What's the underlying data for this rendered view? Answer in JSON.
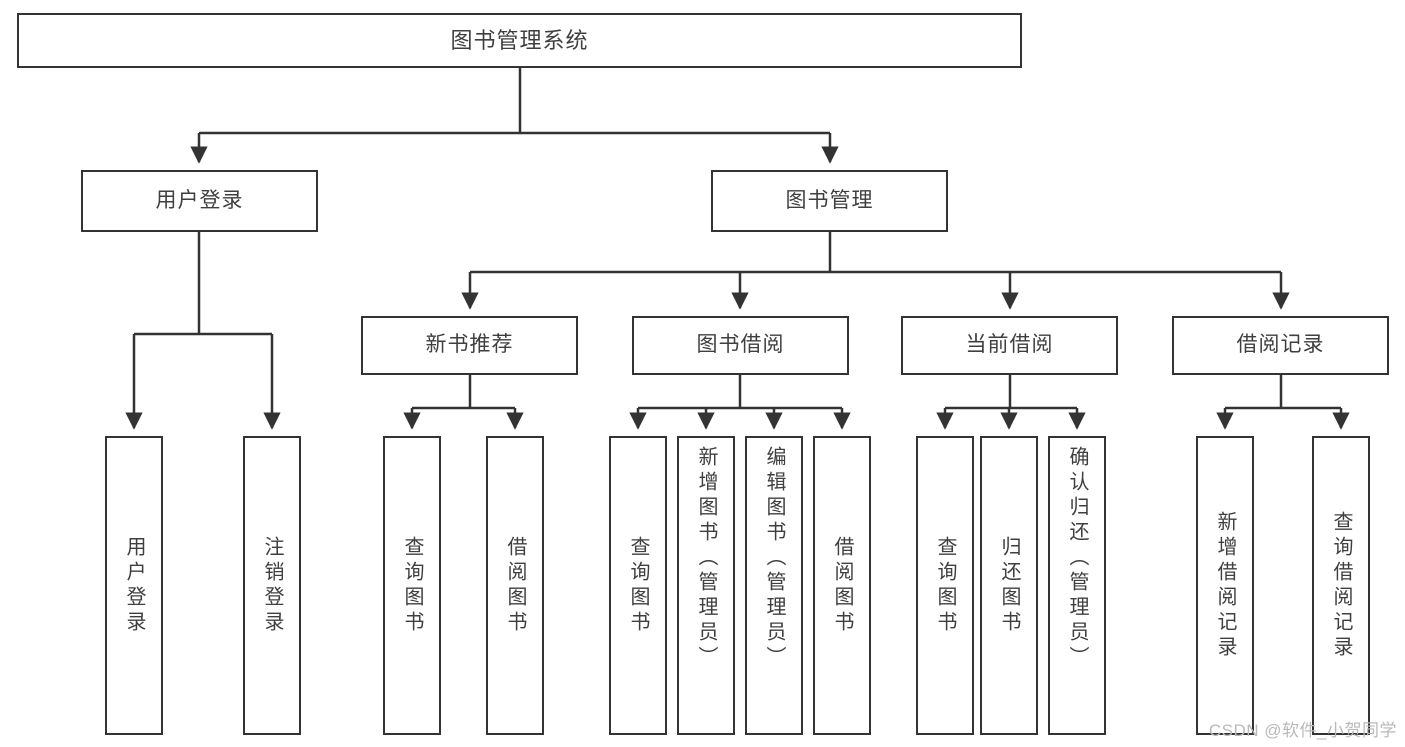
{
  "diagram": {
    "type": "hierarchical-tree",
    "title": "图书管理系统",
    "orientation": "top-down",
    "edge_style": "orthogonal-elbow-with-arrowheads",
    "colors": {
      "box_border": "#333333",
      "box_fill": "#ffffff",
      "text": "#3f3f3f",
      "connector": "#333333",
      "watermark": "#b9b9b9"
    }
  },
  "nodes": {
    "root": {
      "label": "图书管理系统",
      "level": 0
    },
    "level1": [
      {
        "id": "user-login",
        "label": "用户登录"
      },
      {
        "id": "book-management",
        "label": "图书管理"
      }
    ],
    "level2": [
      {
        "id": "new-book-recommend",
        "label": "新书推荐",
        "parent": "book-management"
      },
      {
        "id": "book-borrow",
        "label": "图书借阅",
        "parent": "book-management"
      },
      {
        "id": "current-borrow",
        "label": "当前借阅",
        "parent": "book-management"
      },
      {
        "id": "borrow-record",
        "label": "借阅记录",
        "parent": "book-management"
      }
    ],
    "leaves": {
      "user_login": [
        {
          "id": "leaf-user-login",
          "label": "用户登录"
        },
        {
          "id": "leaf-logout-login",
          "label": "注销登录"
        }
      ],
      "new_book_recommend": [
        {
          "id": "leaf-query-book-1",
          "label": "查询图书"
        },
        {
          "id": "leaf-borrow-book-1",
          "label": "借阅图书"
        }
      ],
      "book_borrow": [
        {
          "id": "leaf-query-book-2",
          "label": "查询图书"
        },
        {
          "id": "leaf-add-book",
          "label": "新增图书（管理员）"
        },
        {
          "id": "leaf-edit-book",
          "label": "编辑图书（管理员）"
        },
        {
          "id": "leaf-borrow-book-2",
          "label": "借阅图书"
        }
      ],
      "current_borrow": [
        {
          "id": "leaf-query-book-3",
          "label": "查询图书"
        },
        {
          "id": "leaf-return-book",
          "label": "归还图书"
        },
        {
          "id": "leaf-confirm-return",
          "label": "确认归还（管理员）"
        }
      ],
      "borrow_record": [
        {
          "id": "leaf-add-record",
          "label": "新增借阅记录"
        },
        {
          "id": "leaf-query-record",
          "label": "查询借阅记录"
        }
      ]
    }
  },
  "watermark": {
    "text": "CSDN @软件_小贺同学"
  }
}
